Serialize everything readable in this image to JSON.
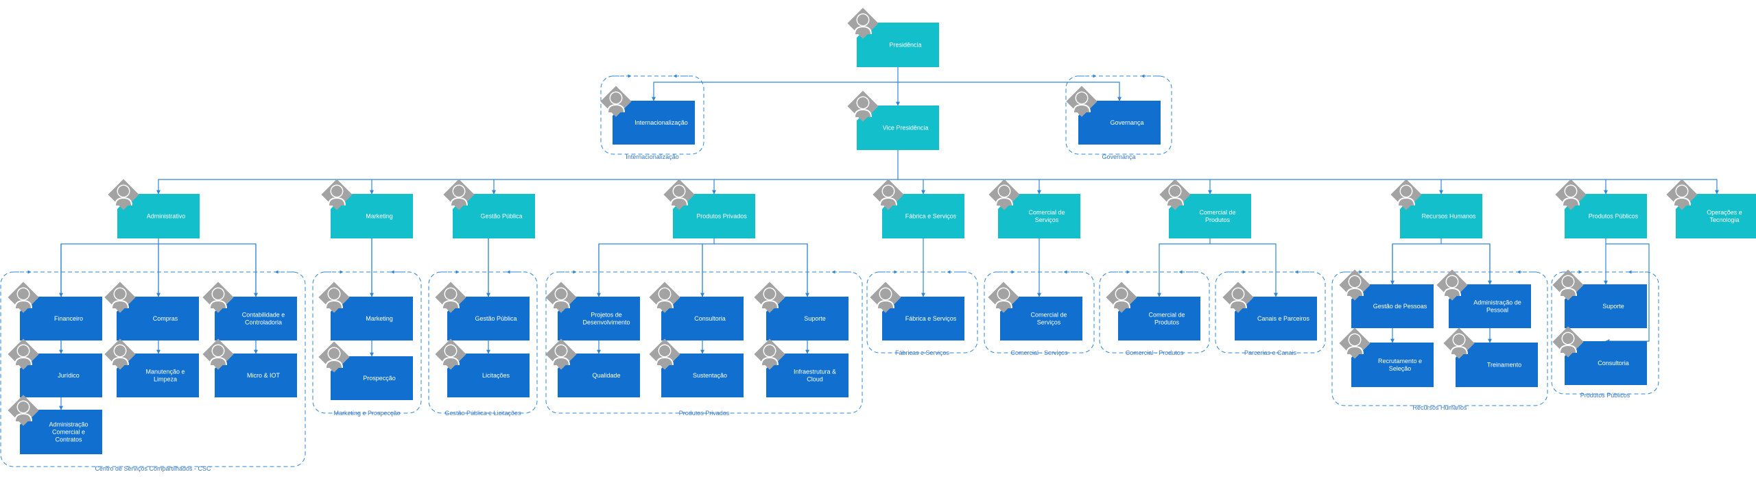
{
  "colors": {
    "exec": "#14bfcc",
    "unit": "#1170cf",
    "line": "#2f86d6",
    "avatar": "#a3a3a3",
    "node_text": "#ffffff",
    "group_text": "#3a78c9"
  },
  "nodes": {
    "presidencia": "Presidência",
    "vice": "Vice Presidência",
    "internacionalizacao": "Internacionalização",
    "governanca": "Governança",
    "administrativo": "Administrativo",
    "marketing": "Marketing",
    "gestao_publica": "Gestão Pública",
    "produtos_privados": "Produtos Privados",
    "fabrica_servicos": "Fábrica e Serviços",
    "comercial_servicos": [
      "Comercial de",
      "Serviços"
    ],
    "comercial_produtos": [
      "Comercial de",
      "Produtos"
    ],
    "recursos_humanos": "Recursos Humanos",
    "produtos_publicos": "Produtos Públicos",
    "operacoes_tecnologia": [
      "Operações e",
      "Tecnologia"
    ],
    "financeiro": "Financeiro",
    "compras": "Compras",
    "contabilidade": [
      "Contabilidade e",
      "Controladoria"
    ],
    "juridico": "Jurídico",
    "manutencao": [
      "Manutenção e",
      "Limpeza"
    ],
    "micro_iot": "Micro & IOT",
    "adm_comercial": [
      "Administração",
      "Comercial e",
      "Contratos"
    ],
    "marketing_unit": "Marketing",
    "prospeccao": "Prospecção",
    "gestao_publica_unit": "Gestão Pública",
    "licitacoes": "Licitações",
    "projetos_desenv": [
      "Projetos de",
      "Desenvolvimento"
    ],
    "consultoria_priv": "Consultoria",
    "suporte_priv": "Suporte",
    "qualidade": "Qualidade",
    "sustentacao": "Sustentação",
    "infra_cloud": [
      "Infraestrutura &",
      "Cloud"
    ],
    "fabrica_servicos_unit": "Fábrica e Serviços",
    "comercial_servicos_unit": [
      "Comercial de",
      "Serviços"
    ],
    "comercial_produtos_unit": [
      "Comercial de",
      "Produtos"
    ],
    "canais_parceiros": "Canais e Parceiros",
    "gestao_pessoas": "Gestão de Pessoas",
    "adm_pessoal": [
      "Administração de",
      "Pessoal"
    ],
    "recrutamento": [
      "Recrutamento e",
      "Seleção"
    ],
    "treinamento": "Treinamento",
    "suporte_pub": "Suporte",
    "consultoria_pub": "Consultoria"
  },
  "groups": {
    "internacionalizacao": "Internacionalização",
    "governanca": "Governança",
    "csc": "Centro de Serviços Compartilhados - CSC",
    "marketing_prospeccao": "Marketing e Prospecção",
    "gestao_licitacoes": "Gestão Pública e Licitações",
    "produtos_privados": "Produtos Privados",
    "fabricas_servicos": "Fábricas e Serviços",
    "comercial_servicos": "Comercial - Serviços",
    "comercial_produtos": "Comercial - Produtos",
    "parcerias_canais": "Parcerias e Canais",
    "recursos_humanos": "Recursos Humanos",
    "produtos_publicos": "Produtos Públicos"
  }
}
